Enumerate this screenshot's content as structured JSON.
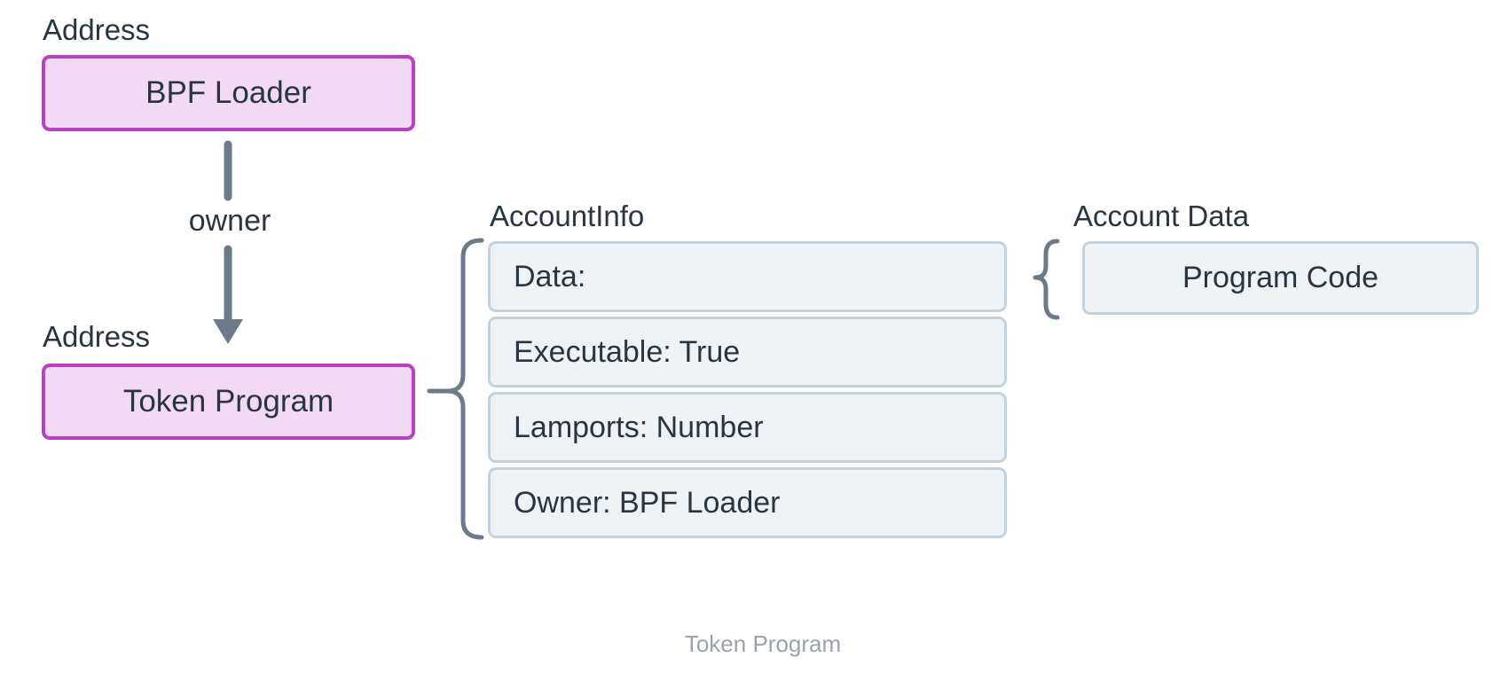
{
  "diagram": {
    "left_column": {
      "top_label": "Address",
      "top_node": "BPF Loader",
      "edge_label": "owner",
      "bottom_label": "Address",
      "bottom_node": "Token Program"
    },
    "account_info": {
      "title": "AccountInfo",
      "rows": [
        "Data:",
        "Executable: True",
        "Lamports: Number",
        "Owner: BPF Loader"
      ]
    },
    "account_data": {
      "title": "Account Data",
      "node": "Program Code"
    },
    "caption": "Token Program",
    "colors": {
      "program_node_fill": "#f2daf4",
      "program_node_border": "#ba41c4",
      "info_node_fill": "#f0f3f5",
      "info_node_border": "#c6d2db",
      "connector": "#6c7a89",
      "text": "#293642",
      "caption_text": "#9aa3ac",
      "background": "#ffffff"
    }
  }
}
